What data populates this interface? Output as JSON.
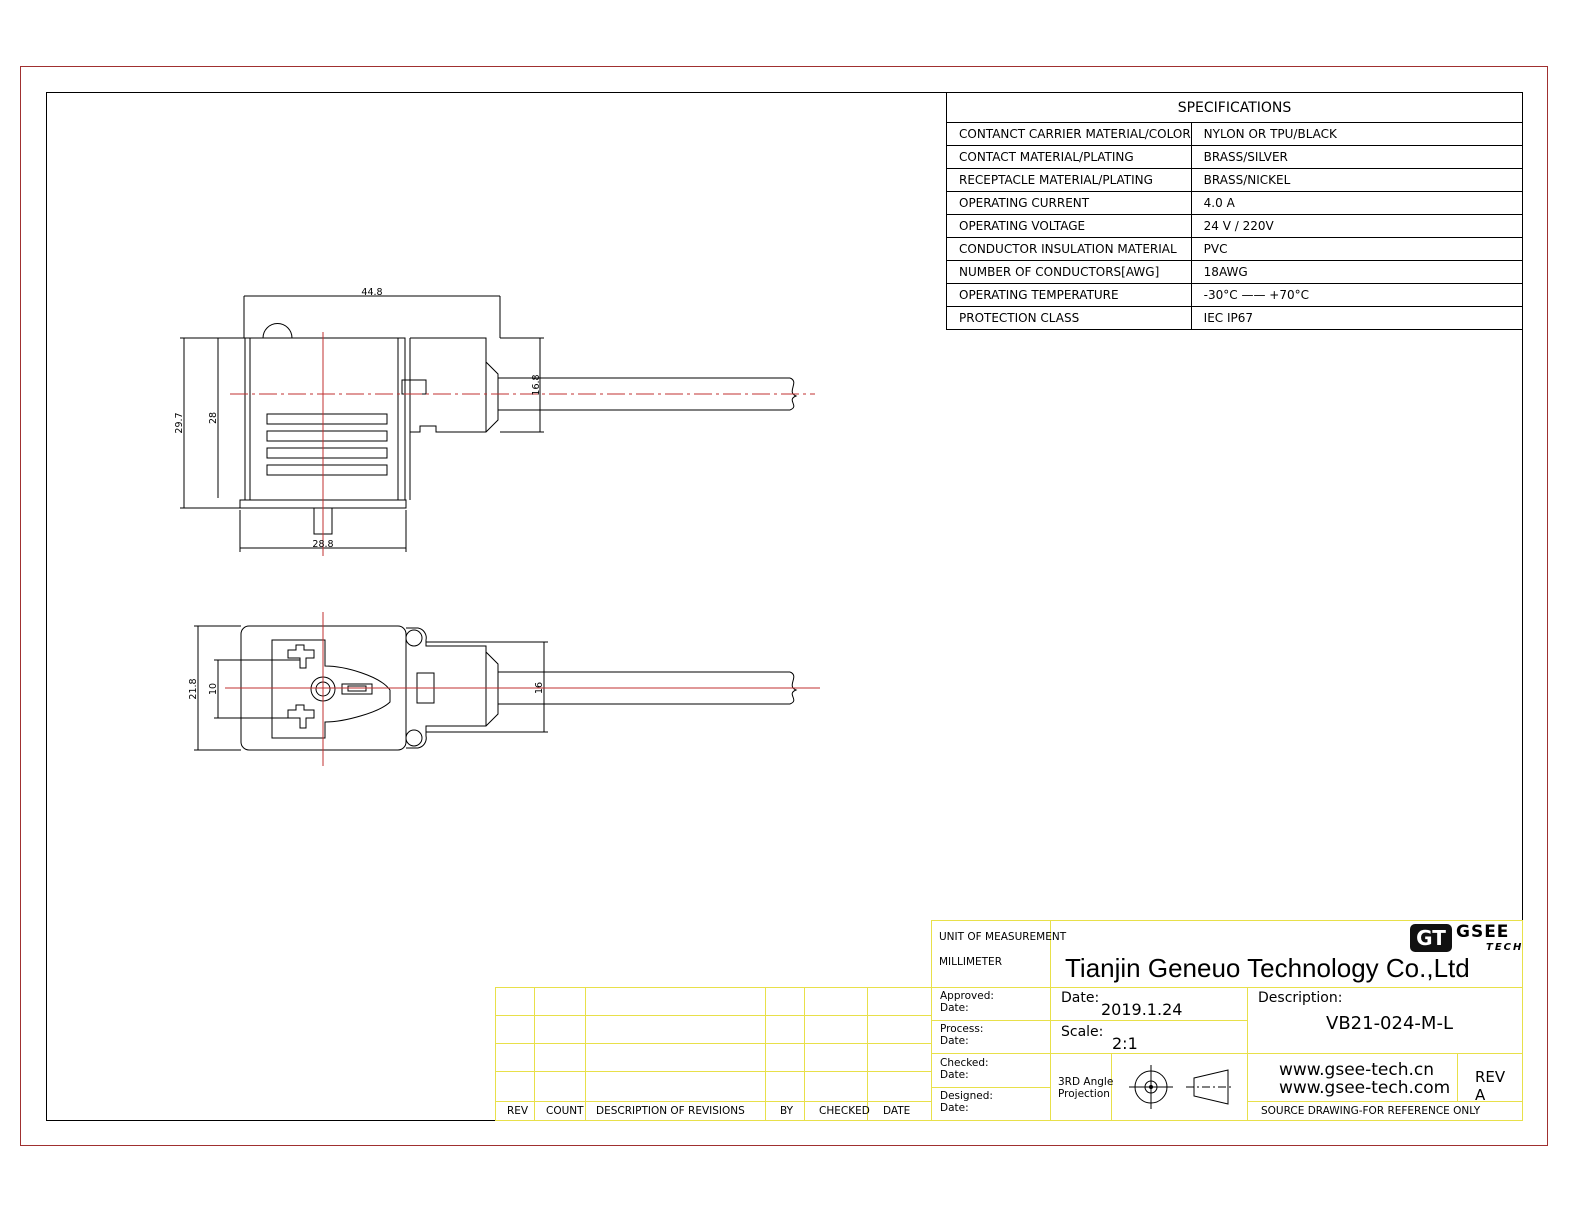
{
  "specifications": {
    "title": "SPECIFICATIONS",
    "rows": [
      {
        "label": "CONTANCT CARRIER MATERIAL/COLOR",
        "value": "NYLON OR TPU/BLACK"
      },
      {
        "label": "CONTACT MATERIAL/PLATING",
        "value": "BRASS/SILVER"
      },
      {
        "label": "RECEPTACLE MATERIAL/PLATING",
        "value": "BRASS/NICKEL"
      },
      {
        "label": "OPERATING CURRENT",
        "value": "4.0 A"
      },
      {
        "label": "OPERATING VOLTAGE",
        "value": "24 V / 220V"
      },
      {
        "label": "CONDUCTOR INSULATION MATERIAL",
        "value": "PVC"
      },
      {
        "label": "NUMBER  OF  CONDUCTORS[AWG]",
        "value": "18AWG"
      },
      {
        "label": "OPERATING TEMPERATURE",
        "value": "-30°C —— +70°C"
      },
      {
        "label": "PROTECTION CLASS",
        "value": "IEC  IP67"
      }
    ]
  },
  "dimensions": {
    "side_width": "44.8",
    "side_height_outer": "29.7",
    "side_height_inner": "28",
    "side_base_width": "28.8",
    "side_cable_dia": "16.8",
    "front_height": "21.8",
    "front_pin_spacing": "10",
    "front_cable_dia": "16"
  },
  "title_block": {
    "unit_label": "UNIT OF MEASUREMENT",
    "unit_value": "MILLIMETER",
    "company": "Tianjin Geneuo Technology Co.,Ltd",
    "logo_mark": "GT",
    "logo_name": "GSEE",
    "logo_sub": "TECH",
    "approved_label": "Approved:",
    "approved_date_label": "Date:",
    "process_label": "Process:",
    "process_date_label": "Date:",
    "checked_label": "Checked:",
    "checked_date_label": "Date:",
    "designed_label": "Designed:",
    "designed_date_label": "Date:",
    "date_label": "Date:",
    "date_value": "2019.1.24",
    "scale_label": "Scale:",
    "scale_value": "2:1",
    "description_label": "Description:",
    "description_value": "VB21-024-M-L",
    "projection_line1": "3RD Angle",
    "projection_line2": "Projection",
    "website1": "www.gsee-tech.cn",
    "website2": "www.gsee-tech.com",
    "rev_label": "REV",
    "rev_value": "A",
    "source_note": "SOURCE DRAWING-FOR REFERENCE ONLY"
  },
  "revision_table": {
    "headers": [
      "REV",
      "COUNT",
      "DESCRIPTION  OF  REVISIONS",
      "BY",
      "CHECKED",
      "DATE"
    ]
  },
  "colors": {
    "frame_outer": "#a03030",
    "centerline": "#c03030",
    "title_block_lines": "#e8e04a",
    "logo_bg": "#111111"
  }
}
